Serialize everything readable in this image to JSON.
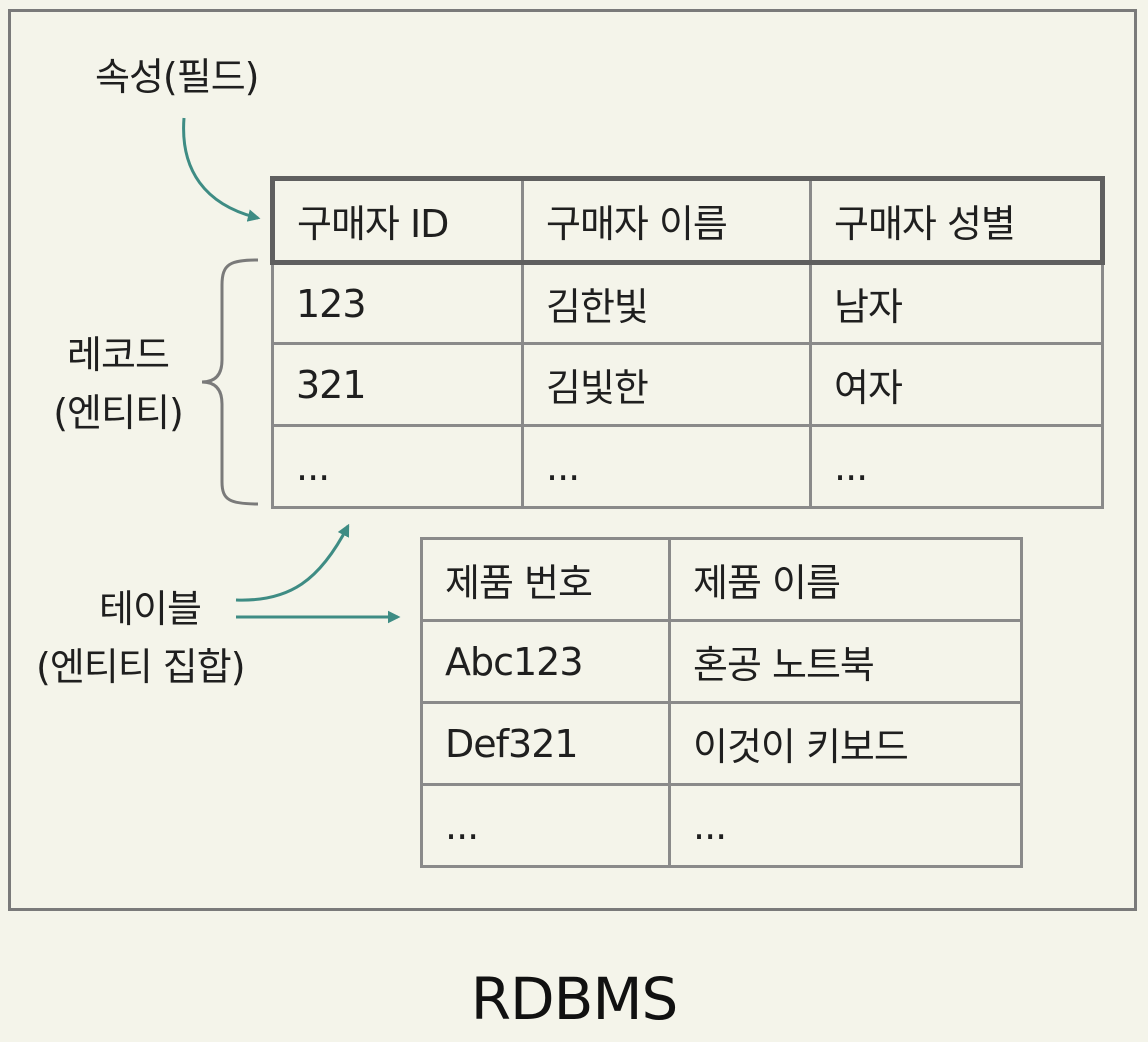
{
  "labels": {
    "attribute": "속성(필드)",
    "record_line1": "레코드",
    "record_line2": "(엔티티)",
    "table_line1": "테이블",
    "table_line2": "(엔티티 집합)"
  },
  "buyers_table": {
    "headers": [
      "구매자 ID",
      "구매자 이름",
      "구매자 성별"
    ],
    "rows": [
      [
        "123",
        "김한빛",
        "남자"
      ],
      [
        "321",
        "김빛한",
        "여자"
      ],
      [
        "...",
        "...",
        "..."
      ]
    ]
  },
  "products_table": {
    "headers": [
      "제품 번호",
      "제품 이름"
    ],
    "rows": [
      [
        "Abc123",
        "혼공 노트북"
      ],
      [
        "Def321",
        "이것이 키보드"
      ],
      [
        "...",
        "..."
      ]
    ]
  },
  "title": "RDBMS",
  "colors": {
    "background": "#f4f4ea",
    "arrow": "#3e8c84",
    "border": "#8a8a8a"
  }
}
